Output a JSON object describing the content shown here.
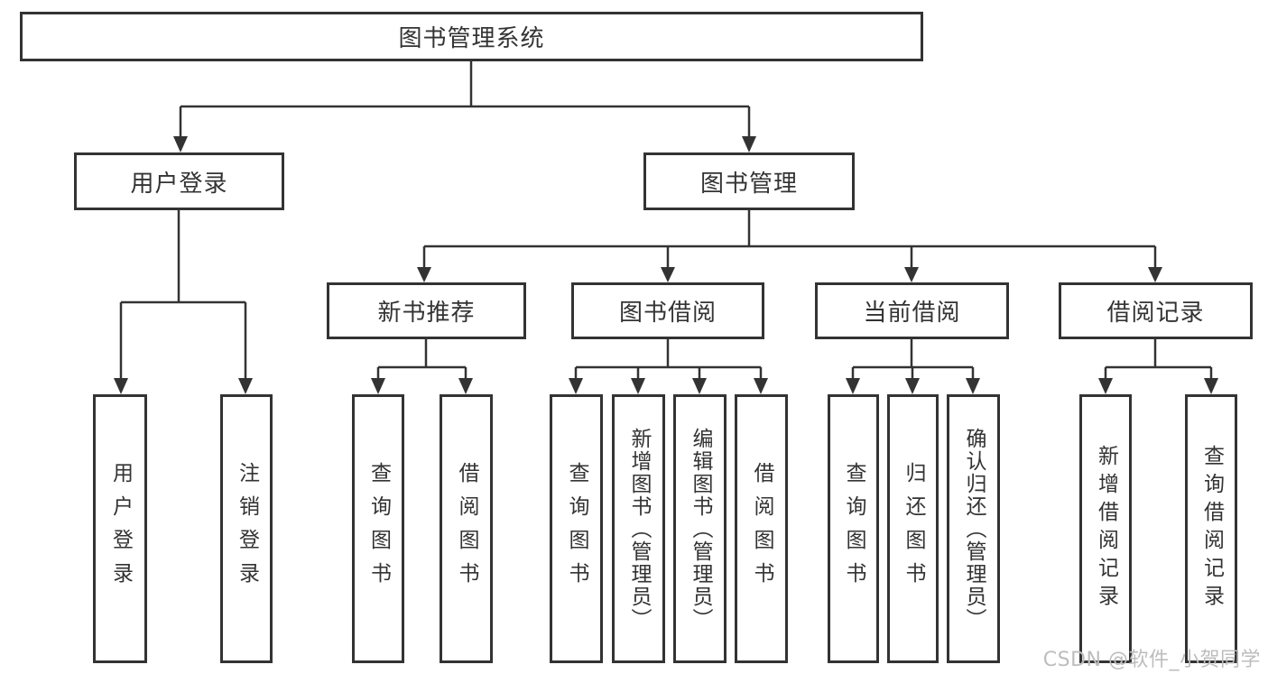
{
  "title": "图书管理系统",
  "level2": {
    "user_login": "用户登录",
    "book_mgmt": "图书管理"
  },
  "level3": {
    "recommend": "新书推荐",
    "borrow": "图书借阅",
    "current": "当前借阅",
    "records": "借阅记录"
  },
  "leaves": {
    "login": "用户登录",
    "logout": "注销登录",
    "rec_query": "查询图书",
    "rec_borrow": "借阅图书",
    "bor_query": "查询图书",
    "bor_add": "新增图书（管理员）",
    "bor_edit": "编辑图书（管理员）",
    "bor_borrow": "借阅图书",
    "cur_query": "查询图书",
    "cur_return": "归还图书",
    "cur_confirm": "确认归还（管理员）",
    "rec2_add": "新增借阅记录",
    "rec2_query": "查询借阅记录"
  },
  "watermark": "CSDN @软件_小贺同学",
  "colors": {
    "line": "#333333",
    "text": "#333333",
    "watermark": "#bdbdbd",
    "background": "#ffffff"
  }
}
